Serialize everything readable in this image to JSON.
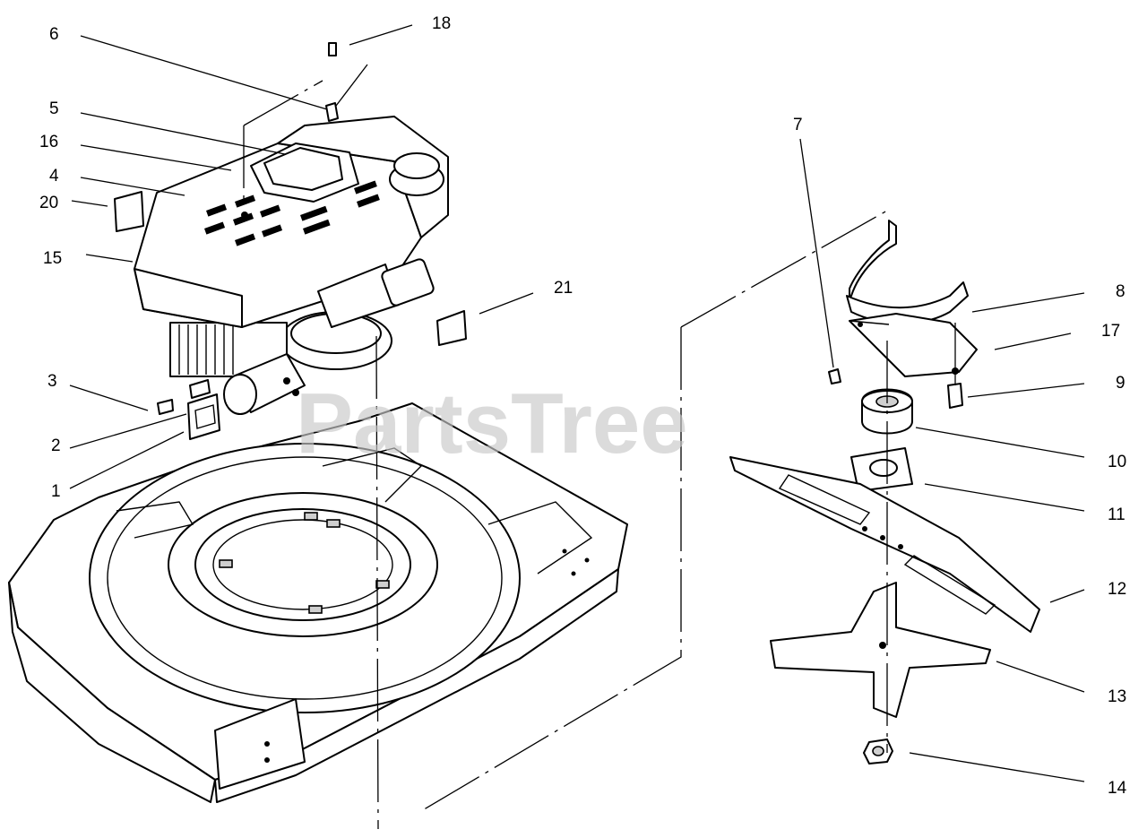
{
  "watermark": "PartsTree",
  "callouts": [
    {
      "id": "6",
      "label": "6"
    },
    {
      "id": "18",
      "label": "18"
    },
    {
      "id": "5",
      "label": "5"
    },
    {
      "id": "16",
      "label": "16"
    },
    {
      "id": "4",
      "label": "4"
    },
    {
      "id": "20",
      "label": "20"
    },
    {
      "id": "15",
      "label": "15"
    },
    {
      "id": "21",
      "label": "21"
    },
    {
      "id": "3",
      "label": "3"
    },
    {
      "id": "2",
      "label": "2"
    },
    {
      "id": "1",
      "label": "1"
    },
    {
      "id": "7",
      "label": "7"
    },
    {
      "id": "8",
      "label": "8"
    },
    {
      "id": "17",
      "label": "17"
    },
    {
      "id": "9",
      "label": "9"
    },
    {
      "id": "10",
      "label": "10"
    },
    {
      "id": "11",
      "label": "11"
    },
    {
      "id": "12",
      "label": "12"
    },
    {
      "id": "13",
      "label": "13"
    },
    {
      "id": "14",
      "label": "14"
    }
  ]
}
